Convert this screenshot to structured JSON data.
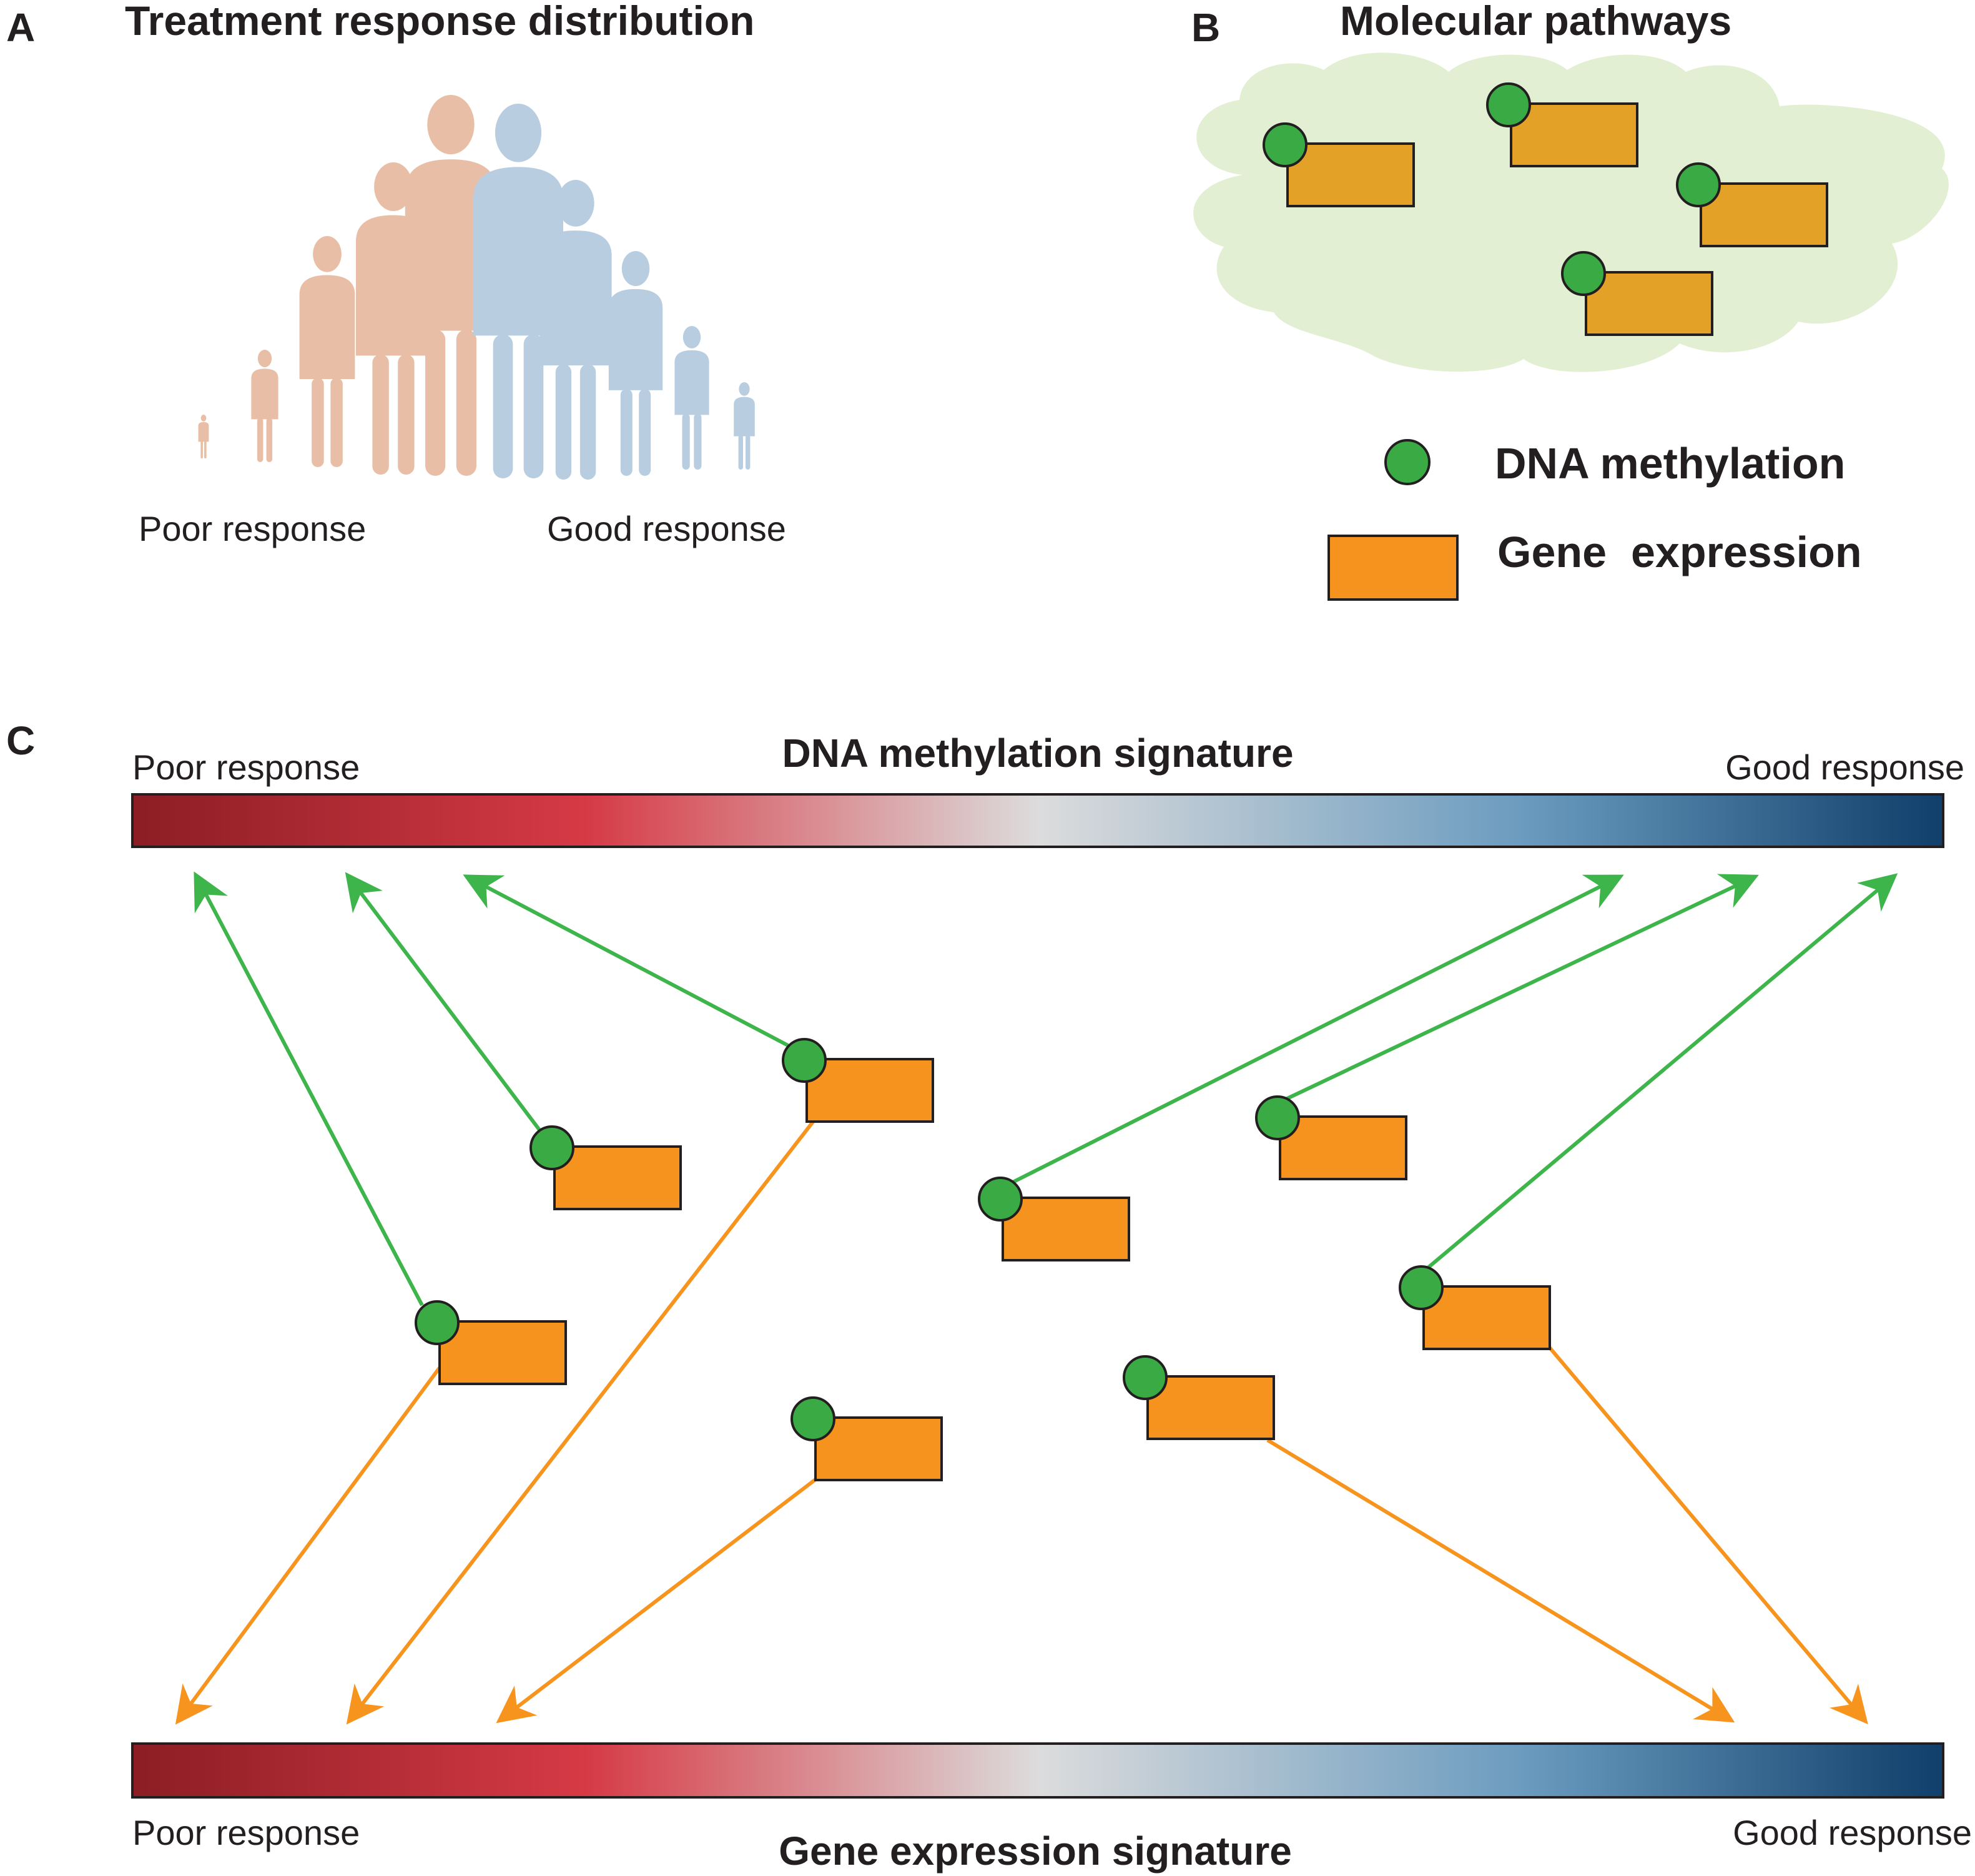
{
  "colors": {
    "people_poor": "#e8bfa6",
    "people_good": "#b9cde1",
    "cloud": "#e2efd3",
    "methylation": "#3aaa45",
    "gene_box": "#f6921e",
    "gene_box_cloud": "#e3a127",
    "methylation_arrow": "#3db54a",
    "expression_arrow": "#f7941d",
    "gradient": [
      "#8c1d24",
      "#d63a45",
      "#dcdcdc",
      "#6a9bbf",
      "#0f3f6a"
    ]
  },
  "panel_a": {
    "letter": "A",
    "title": "Treatment response distribution",
    "poor_label": "Poor response",
    "good_label": "Good response",
    "figure_icon": "person-silhouette-icon"
  },
  "panel_b": {
    "letter": "B",
    "title": "Molecular pathways",
    "legend": {
      "methylation_label": "DNA methylation",
      "expression_label": "Gene  expression"
    }
  },
  "panel_c": {
    "letter": "C",
    "top_bar": {
      "title": "DNA methylation signature",
      "poor_label": "Poor response",
      "good_label": "Good response"
    },
    "bottom_bar": {
      "title": "Gene expression signature",
      "poor_label": "Poor response",
      "good_label": "Good response"
    }
  }
}
